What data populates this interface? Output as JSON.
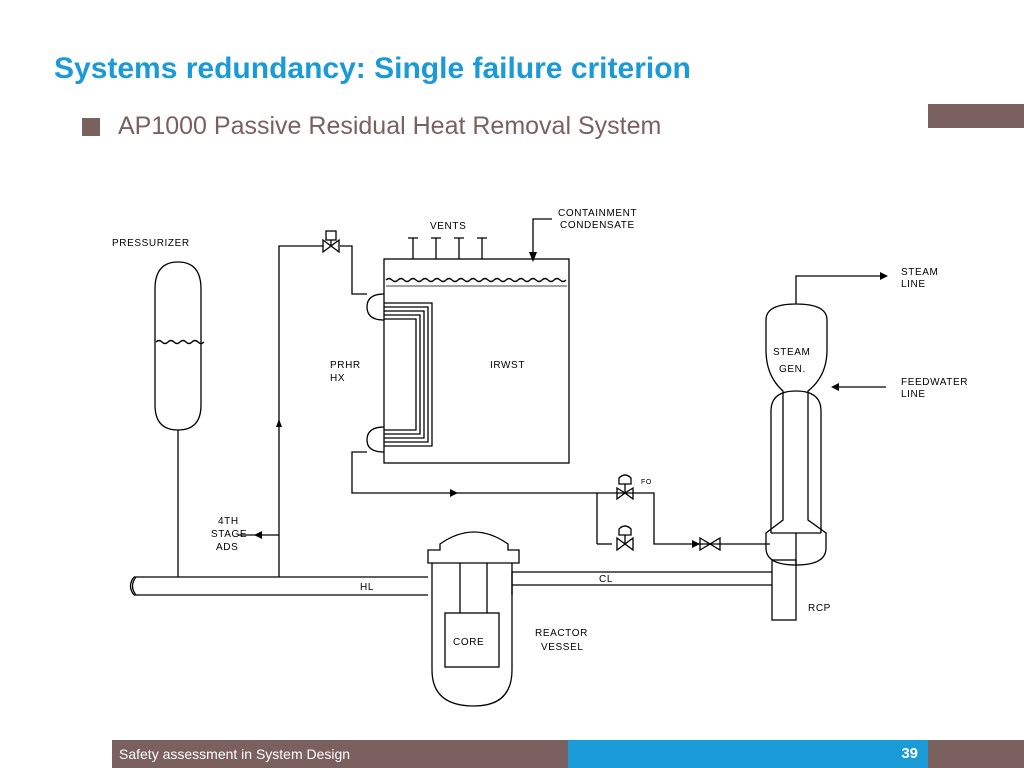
{
  "slide": {
    "title": "Systems redundancy: Single failure criterion",
    "bullet": "AP1000 Passive Residual Heat Removal System",
    "colors": {
      "title": "#1a9ad6",
      "accent": "#7b6060",
      "footer_blue": "#1a9ad6"
    }
  },
  "diagram": {
    "labels": {
      "pressurizer": "PRESSURIZER",
      "vents": "VENTS",
      "containment_1": "CONTAINMENT",
      "containment_2": "CONDENSATE",
      "prhr_1": "PRHR",
      "prhr_2": "HX",
      "irwst": "IRWST",
      "steam_line_1": "STEAM",
      "steam_line_2": "LINE",
      "steam_gen_1": "STEAM",
      "steam_gen_2": "GEN.",
      "feedwater_1": "FEEDWATER",
      "feedwater_2": "LINE",
      "fo": "FO",
      "ads_1": "4TH",
      "ads_2": "STAGE",
      "ads_3": "ADS",
      "hl": "HL",
      "cl": "CL",
      "core": "CORE",
      "reactor_1": "REACTOR",
      "reactor_2": "VESSEL",
      "rcp": "RCP"
    }
  },
  "footer": {
    "left_text": "Safety assessment in System Design",
    "page_number": "39"
  }
}
